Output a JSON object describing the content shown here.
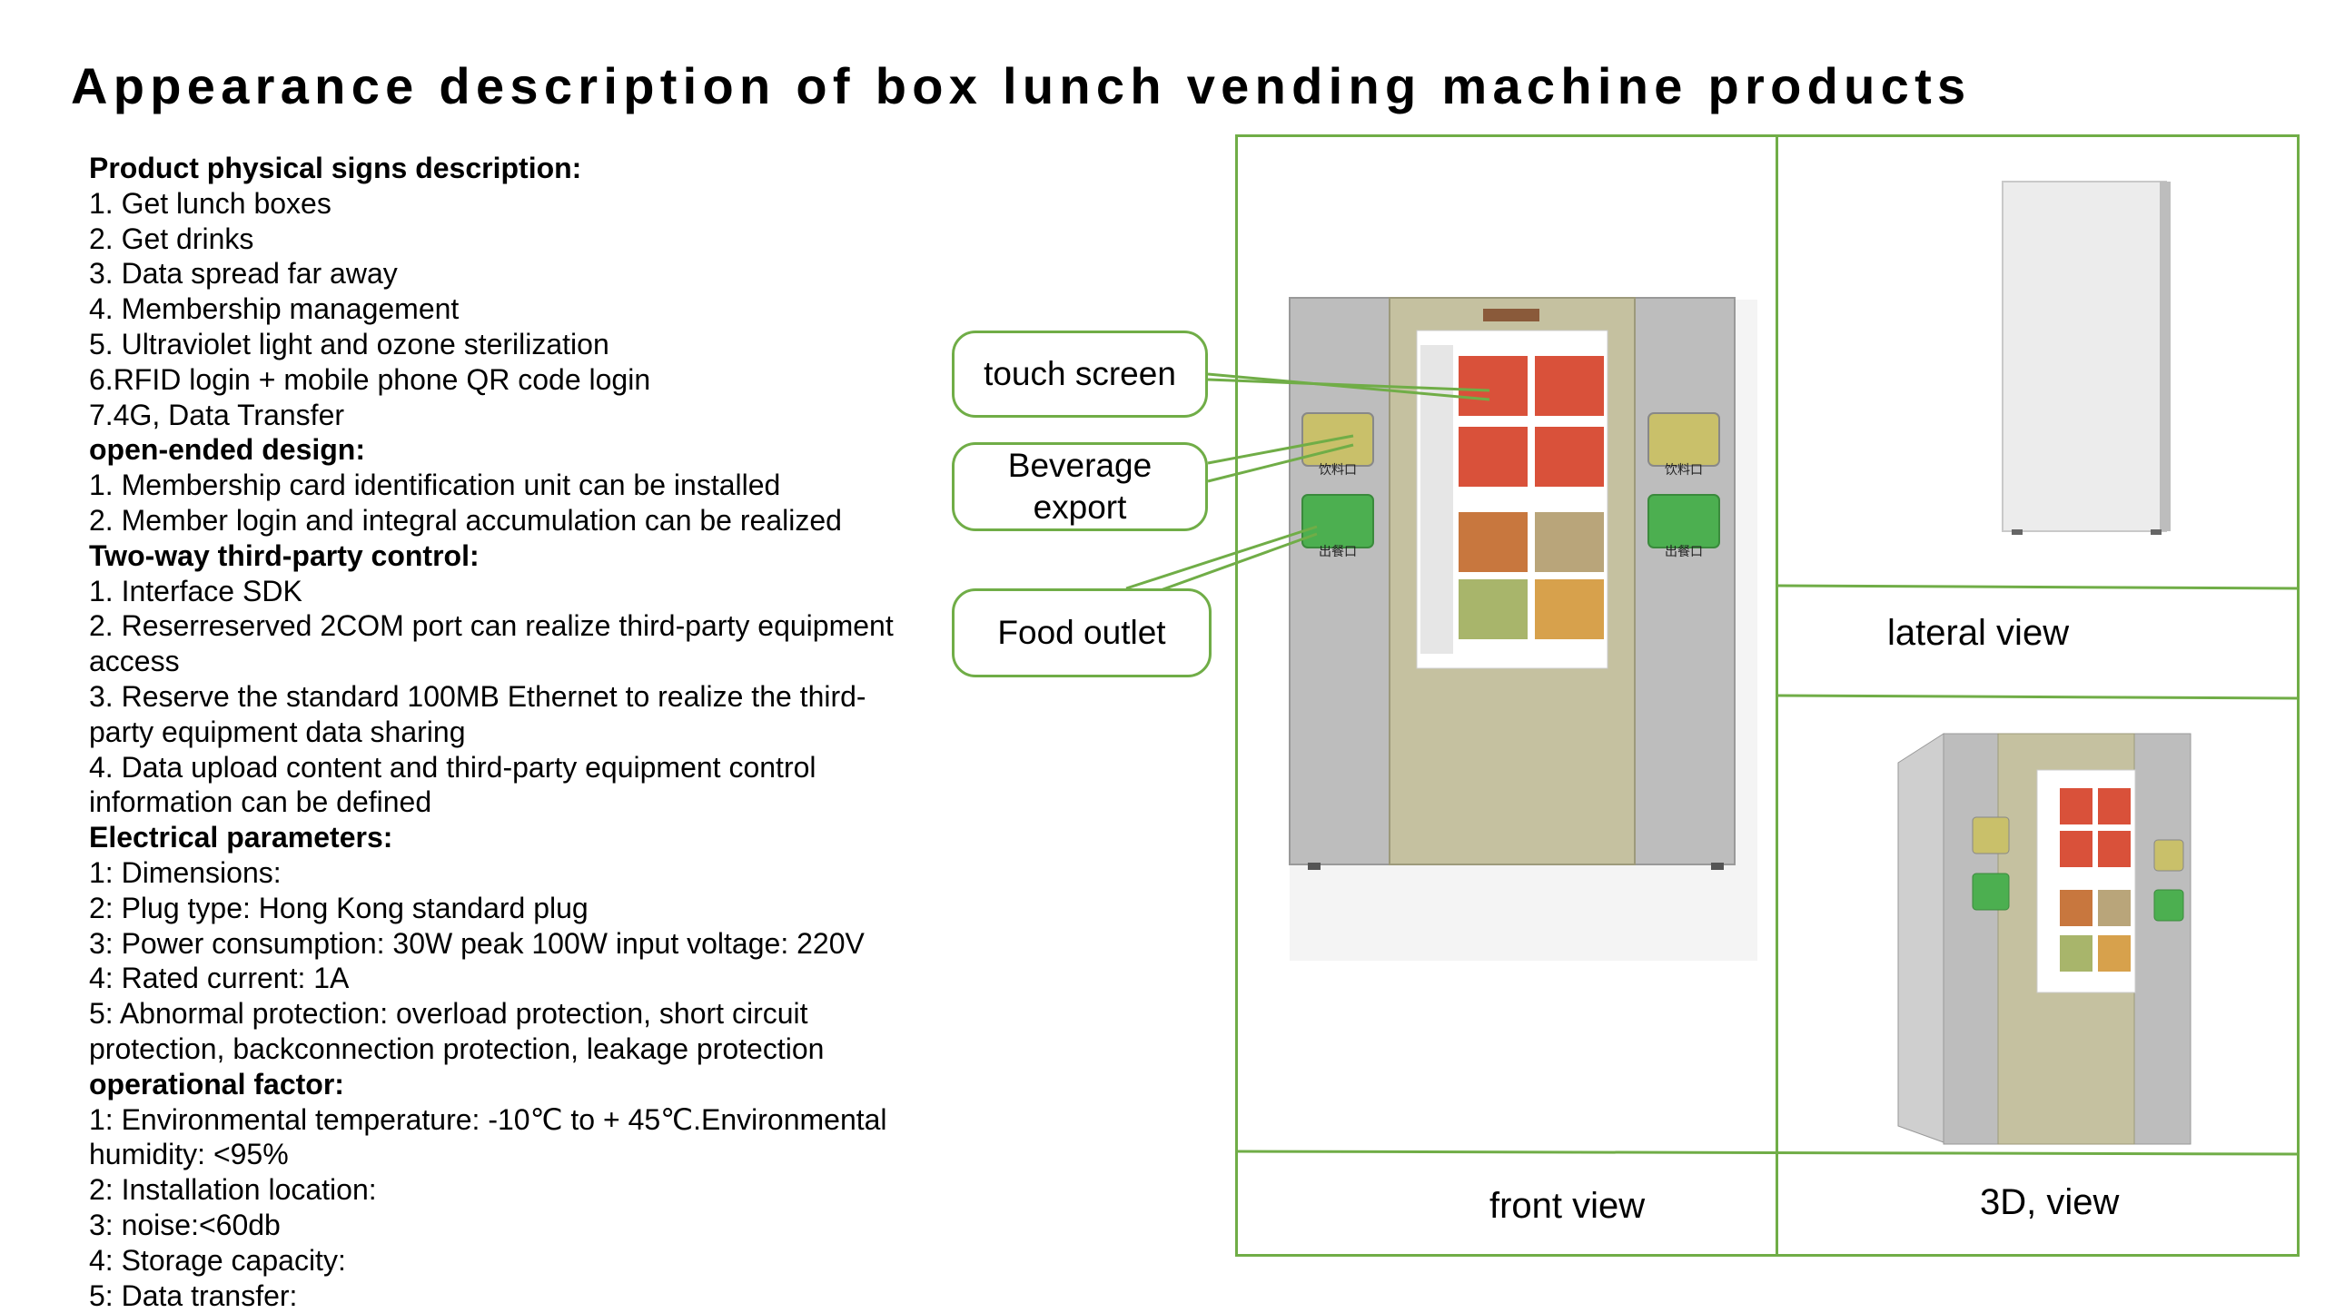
{
  "title": "Appearance description of box lunch vending machine products",
  "sections": [
    {
      "heading": "Product physical signs description:",
      "items": [
        "1. Get lunch boxes",
        "2. Get drinks",
        "3. Data spread far away",
        "4. Membership management",
        "5. Ultraviolet light and ozone sterilization",
        "6.RFID login + mobile phone QR code login",
        "7.4G, Data Transfer"
      ]
    },
    {
      "heading": "open-ended design:",
      "items": [
        "1. Membership card identification unit can be installed",
        "2. Member login and integral accumulation can be realized"
      ]
    },
    {
      "heading": "Two-way third-party control:",
      "items": [
        "1. Interface SDK",
        "2. Reserreserved 2COM port can realize third-party equipment access",
        "3. Reserve the standard 100MB Ethernet to realize the third-party equipment data sharing",
        "4. Data upload content and third-party equipment control information can be defined"
      ]
    },
    {
      "heading": "Electrical parameters:",
      "items": [
        "1: Dimensions:",
        "2: Plug type: Hong Kong standard plug",
        "3: Power consumption: 30W peak 100W input voltage: 220V",
        "4: Rated current: 1A",
        "5: Abnormal protection: overload protection, short circuit protection, backconnection protection, leakage protection"
      ]
    },
    {
      "heading": "operational factor:",
      "items": [
        "1: Environmental temperature: -10℃ to + 45℃.Environmental humidity: <95%",
        "2: Installation location:",
        "3: noise:<60db",
        "4: Storage capacity:",
        "5: Data transfer:"
      ]
    }
  ],
  "callouts": {
    "touch": "touch screen",
    "beverage": "Beverage export",
    "food": "Food outlet"
  },
  "captions": {
    "front": "front view",
    "lateral": "lateral view",
    "three_d": "3D, view"
  },
  "machine_labels": {
    "drink": "饮料口",
    "meal": "出餐口"
  },
  "colors": {
    "frame": "#70ad47",
    "cabinet_body": "#c5c1a0",
    "side_panel": "#b9b9b9",
    "slot_green": "#4caf50",
    "slot_yellow": "#c9c06a"
  }
}
